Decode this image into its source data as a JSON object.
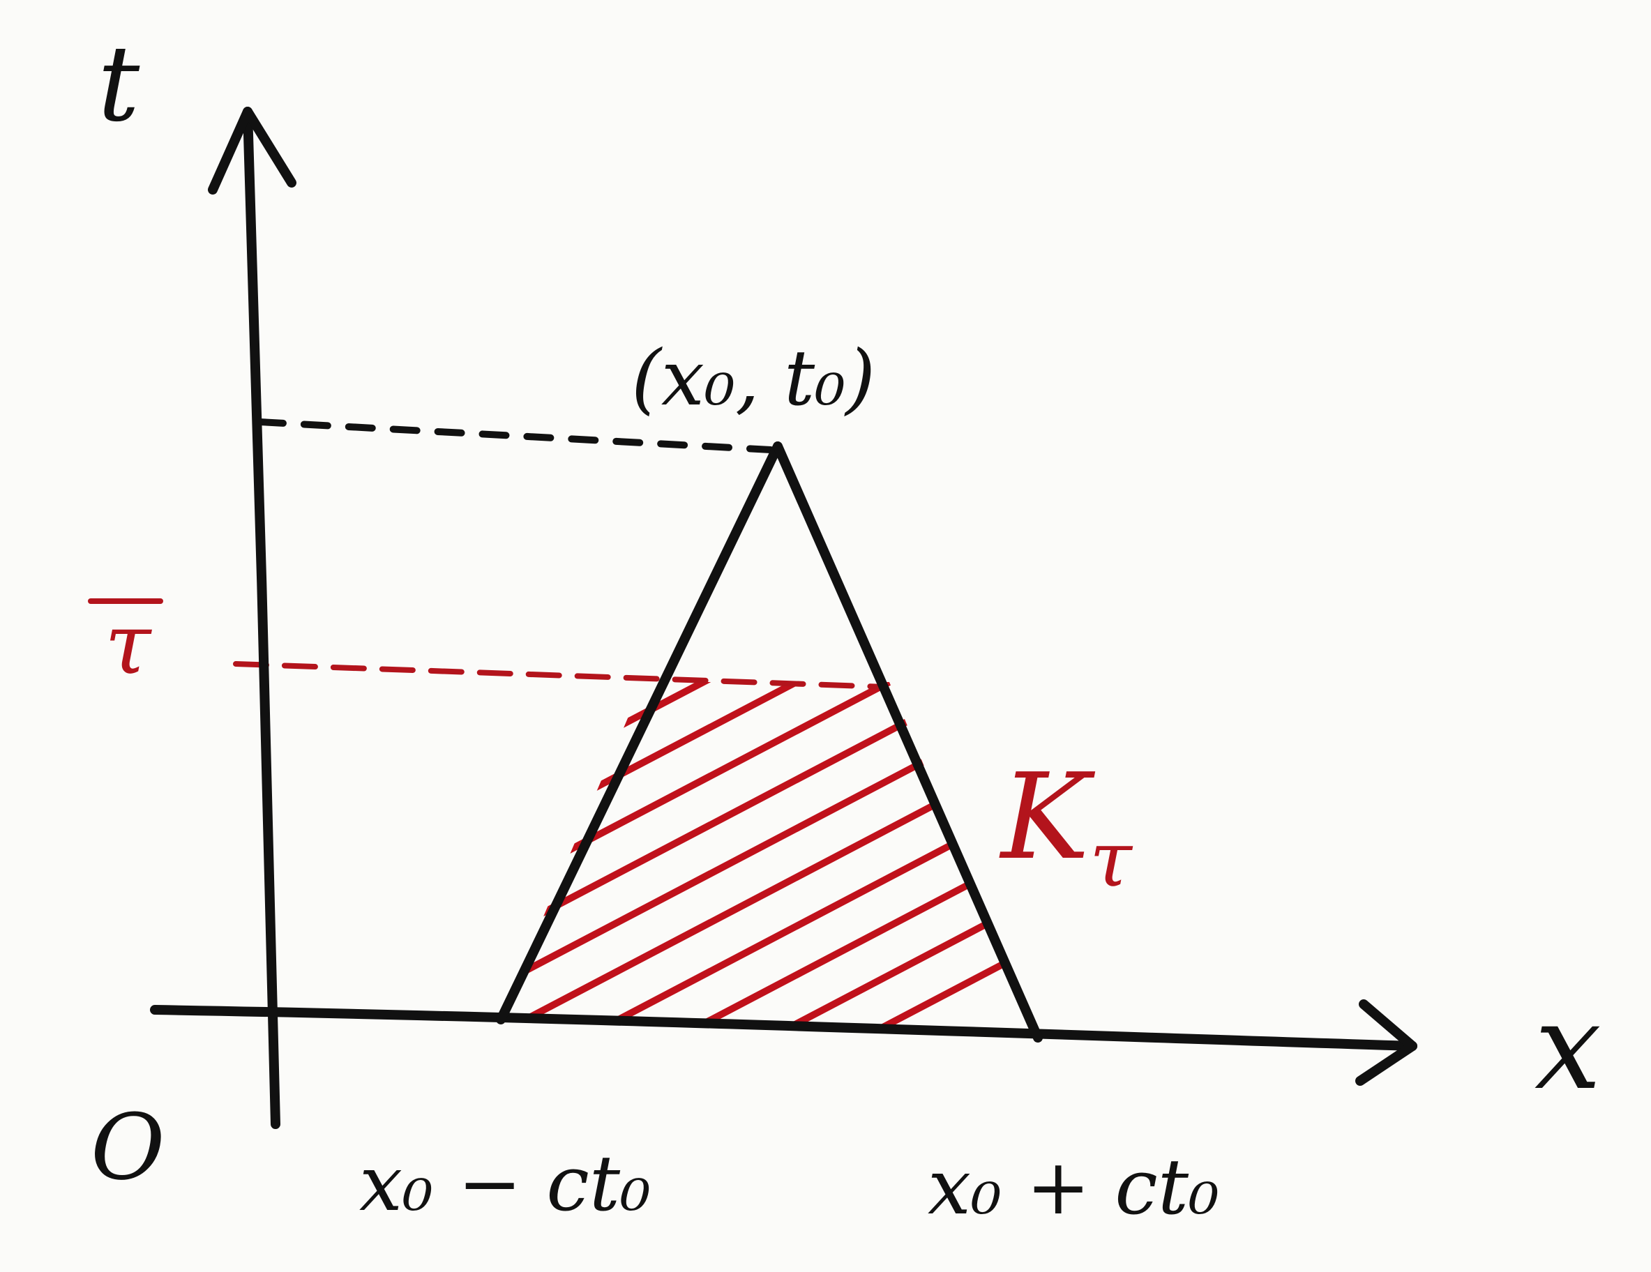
{
  "labels": {
    "t_axis": "t",
    "x_axis": "x",
    "origin": "O",
    "apex": "(x₀, t₀)",
    "tau": "τ",
    "left_base": "x₀ − ct₀",
    "right_base": "x₀ + ct₀",
    "region": "K",
    "region_sub": "τ"
  },
  "colors": {
    "ink": "#111111",
    "red": "#b3141c",
    "paper": "#fbfbf9"
  }
}
